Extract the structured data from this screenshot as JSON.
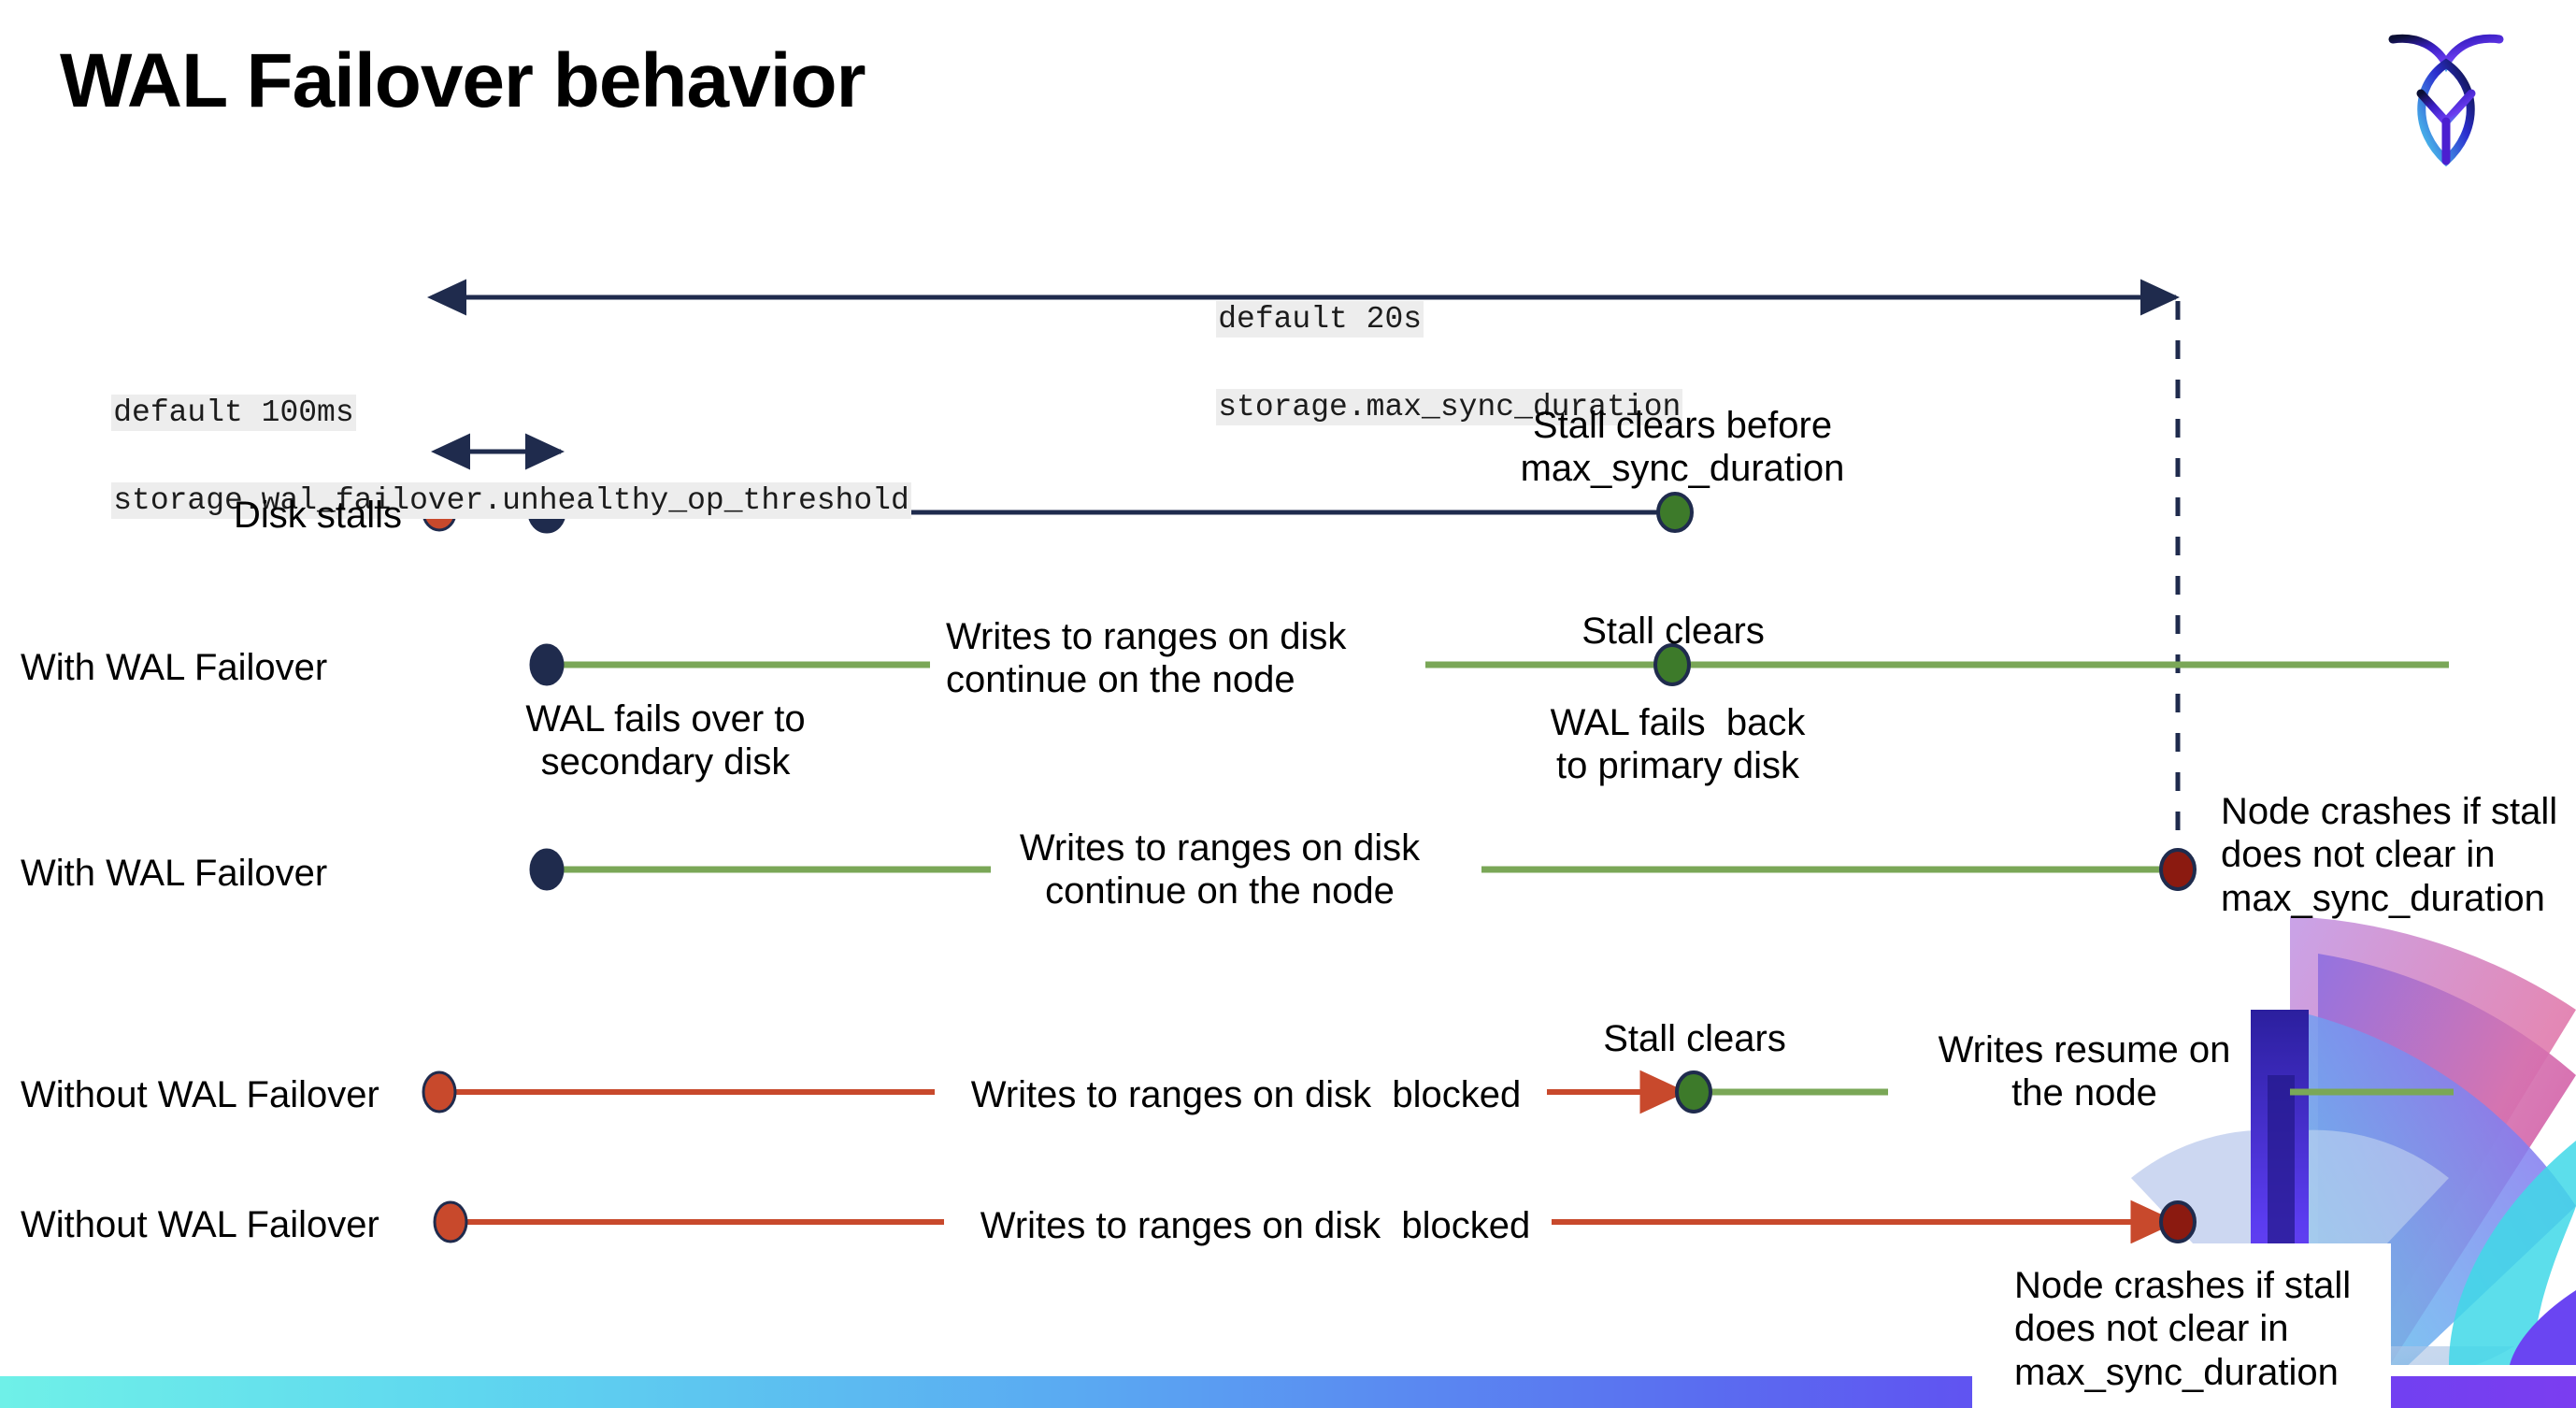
{
  "slide": {
    "title": "WAL Failover behavior",
    "logo_name": "cockroachdb-logo"
  },
  "settings": {
    "max_sync": {
      "default_line": "default 20s",
      "setting_line": "storage.max_sync_duration"
    },
    "unhealthy_op": {
      "default_line": "default 100ms",
      "setting_line": "storage.wal_failover.unhealthy_op_threshold"
    }
  },
  "rows": [
    {
      "label": "Disk stalls",
      "note_stall_clears": "Stall clears before\nmax_sync_duration"
    },
    {
      "label": "With WAL Failover",
      "note_writes": "Writes to ranges on disk\ncontinue on the node",
      "note_stall_clears": "Stall clears",
      "note_failover": "WAL fails over to\nsecondary disk",
      "note_failback": "WAL fails  back\nto primary disk"
    },
    {
      "label": "With WAL Failover",
      "note_writes": "Writes to ranges on disk\ncontinue on the node",
      "note_crash": "Node crashes if stall\ndoes not clear in\nmax_sync_duration"
    },
    {
      "label": "Without WAL Failover",
      "note_blocked": "Writes to ranges on disk  blocked",
      "note_stall_clears": "Stall clears",
      "note_resume": "Writes resume on\nthe node"
    },
    {
      "label": "Without WAL Failover",
      "note_blocked": "Writes to ranges on disk  blocked",
      "note_crash": "Node crashes if stall\ndoes not clear in\nmax_sync_duration"
    }
  ],
  "colors": {
    "navy": "#1f2b4d",
    "green_line": "#7aa757",
    "green_dot": "#3d7a2a",
    "orange": "#c8492c",
    "red_dot": "#8b1a10",
    "code_bg": "#ededed"
  }
}
